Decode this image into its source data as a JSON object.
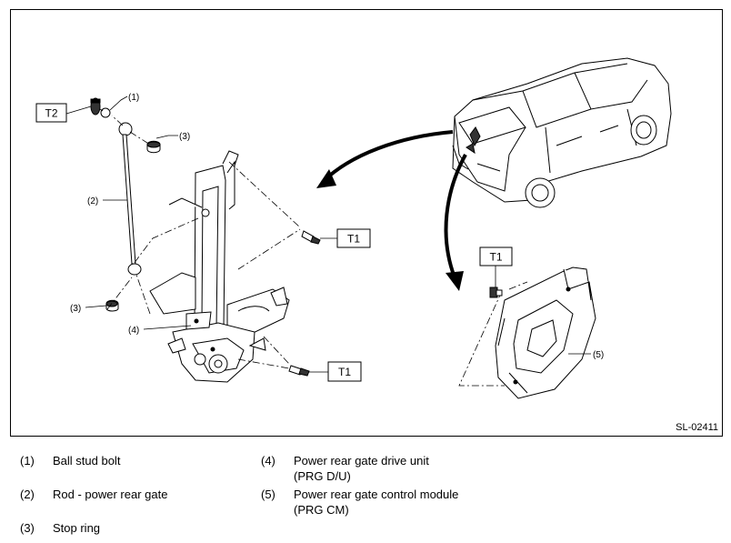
{
  "figure_id": "SL-02411",
  "torque_refs": {
    "t2": "T2",
    "t1_bolt_left": "T1",
    "t1_bolt_lower": "T1",
    "t1_module": "T1"
  },
  "callouts": {
    "c1": "(1)",
    "c2": "(2)",
    "c3_upper": "(3)",
    "c3_lower": "(3)",
    "c4": "(4)",
    "c5": "(5)"
  },
  "legend": [
    {
      "num": "(1)",
      "lines": [
        "Ball stud bolt"
      ]
    },
    {
      "num": "(2)",
      "lines": [
        "Rod - power rear gate"
      ]
    },
    {
      "num": "(3)",
      "lines": [
        "Stop ring"
      ]
    },
    {
      "num": "(4)",
      "lines": [
        "Power rear gate drive unit",
        "(PRG D/U)"
      ]
    },
    {
      "num": "(5)",
      "lines": [
        "Power rear gate control module",
        "(PRG CM)"
      ]
    }
  ]
}
